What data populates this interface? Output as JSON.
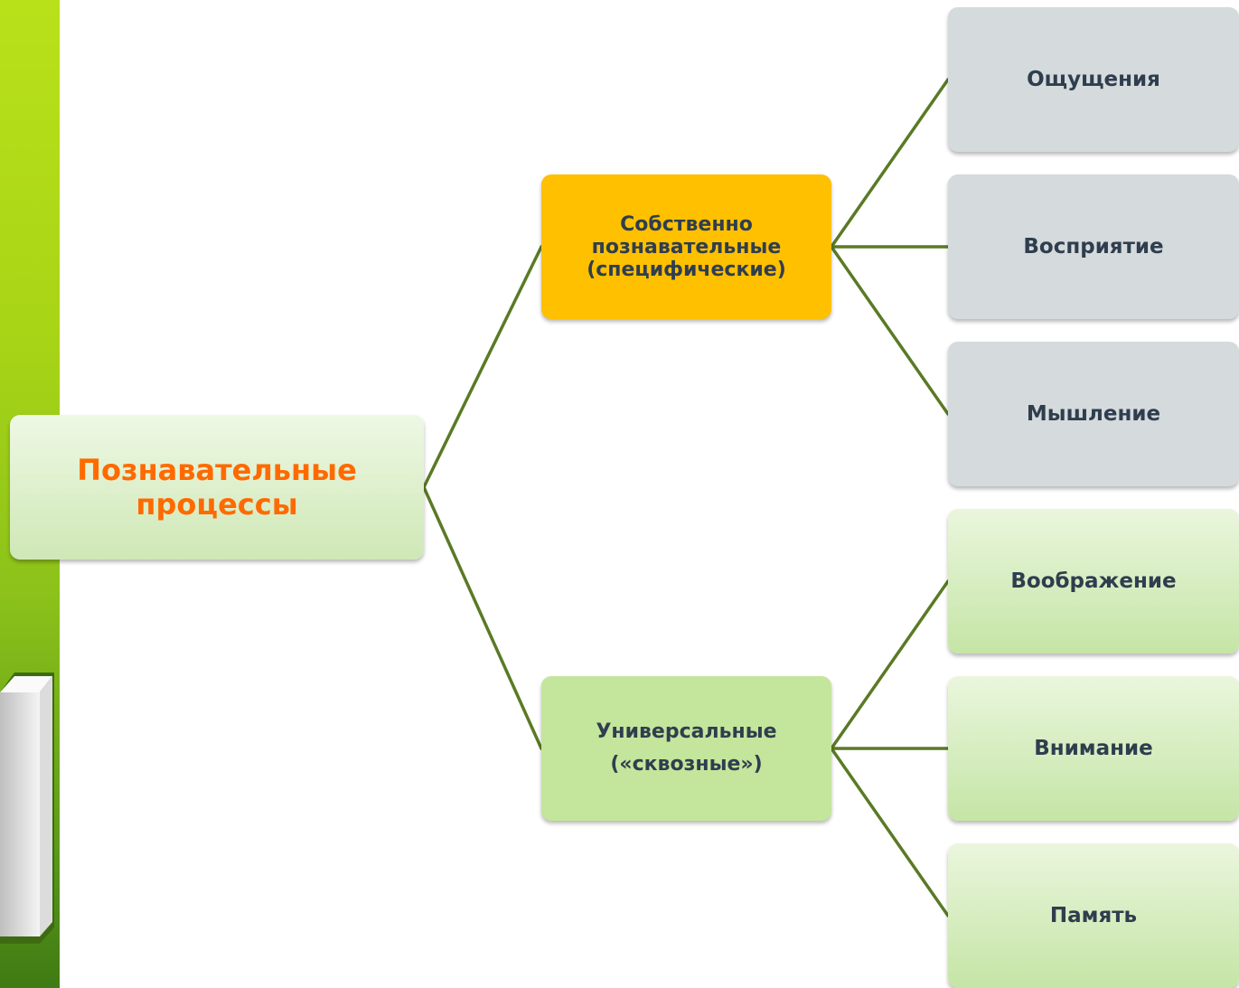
{
  "root": {
    "label": "Познавательные\nпроцессы"
  },
  "groups": [
    {
      "label": "Собственно\nпознавательные\n(специфические)",
      "children": [
        "Ощущения",
        "Восприятие",
        "Мышление"
      ]
    },
    {
      "label": "Универсальные\n(«сквозные»)",
      "children": [
        "Воображение",
        "Внимание",
        "Память"
      ]
    }
  ],
  "colors": {
    "connector": "#5a7a25",
    "root_text": "#ff6a00",
    "specific_group": "#ffc000",
    "universal_group": "#c4e59c",
    "specific_leaf": "#d5dadd",
    "universal_leaf": "#c5e5a6"
  }
}
